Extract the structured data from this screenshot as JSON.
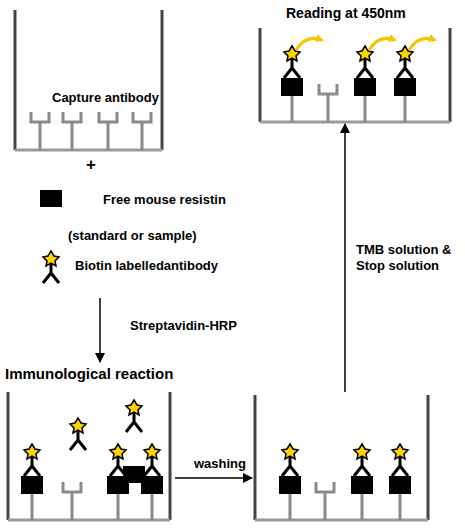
{
  "diagram": {
    "nodes": [
      {
        "text": [
          "Capture antibody"
        ]
      },
      {
        "text": [
          "Immunological reaction"
        ]
      },
      {
        "text": []
      },
      {
        "text": [
          "Reading at 450nm"
        ]
      }
    ],
    "edges": [
      {
        "from": 0,
        "to": 1,
        "arrow": "to",
        "label": "Streptavidin-HRP"
      },
      {
        "from": 1,
        "to": 2,
        "arrow": "to",
        "label": "washing"
      },
      {
        "from": 2,
        "to": 3,
        "arrow": "to",
        "label": "TMB solution & Stop solution"
      }
    ],
    "labels": [
      "+",
      "Free mouse resistin",
      "(standard or sample)",
      "Biotin labelledantibody"
    ]
  }
}
